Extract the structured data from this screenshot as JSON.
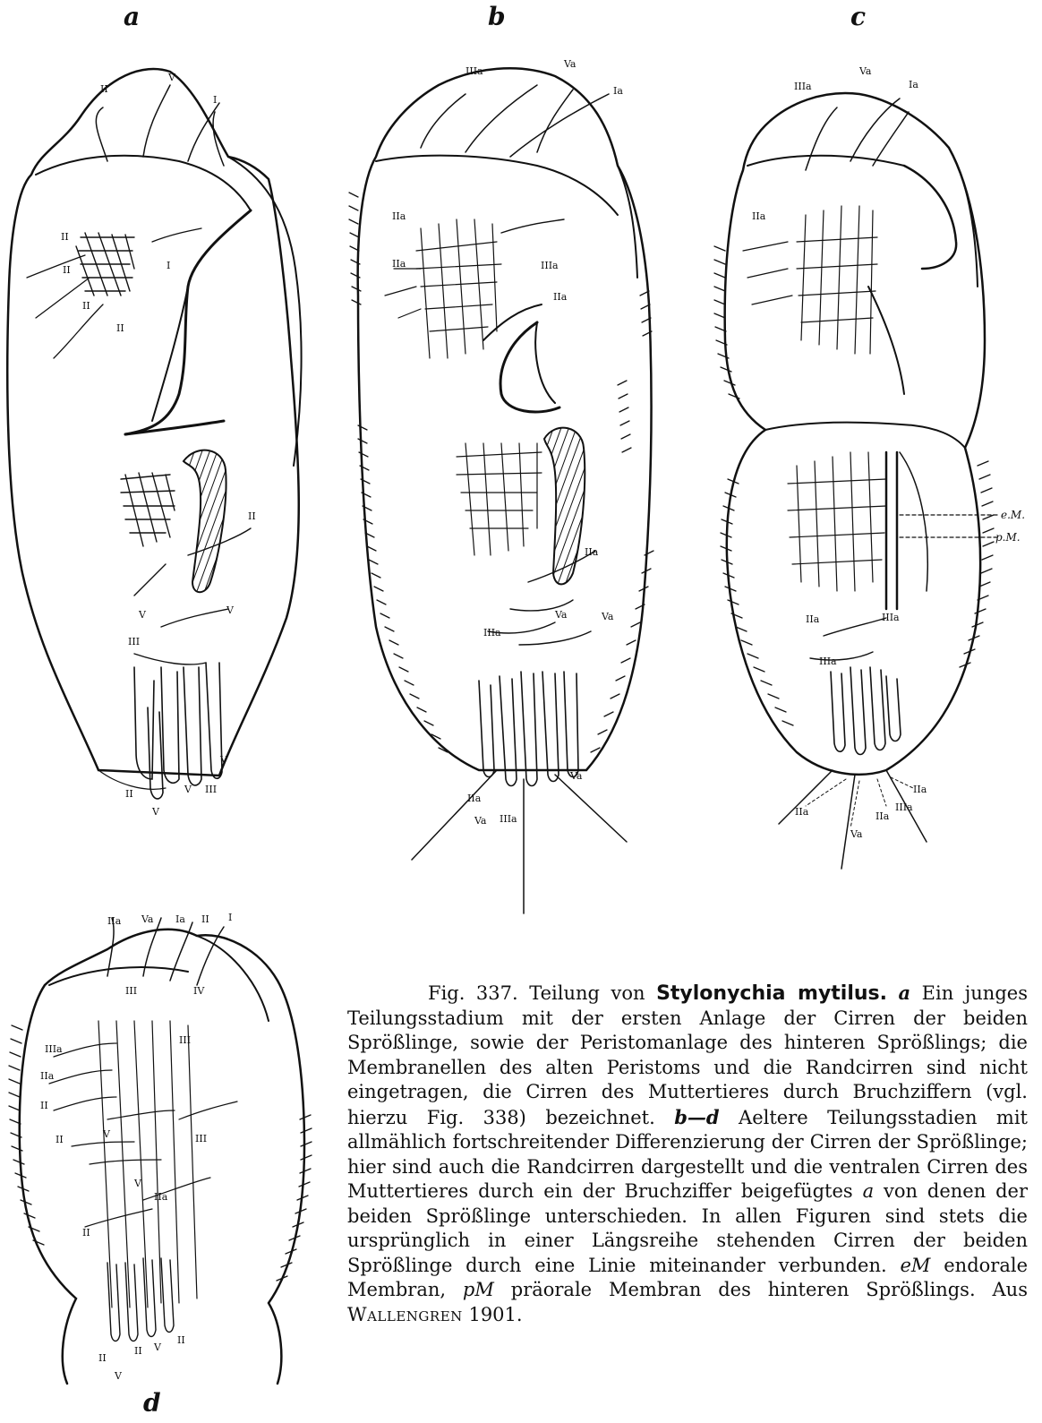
{
  "panels": {
    "a": "a",
    "b": "b",
    "c": "c",
    "d": "d"
  },
  "labels": {
    "eM": "e.M.",
    "pM": "p.M."
  },
  "caption": {
    "fig_number": "Fig. 337.",
    "title_prefix": "Teilung von",
    "species": "Stylonychia mytilus.",
    "a_letter": "a",
    "part1": "Ein junges Teilungsstadium mit der ersten Anlage der Cirren der beiden Sprößlinge, sowie der Peristomanlage des hinteren Sprößlings; die Membranellen des alten Peristoms und die Randcirren sind nicht eingetragen, die Cirren des Muttertieres durch Bruchziffern (vgl. hierzu Fig. 338) bezeichnet.",
    "bd_letters": "b—d",
    "part2": "Aeltere Teilungsstadien mit allmählich fortschreitender Differenzierung der Cirren der Sprößlinge; hier sind auch die Randcirren dargestellt und die ventralen Cirren des Muttertieres durch ein der Bruchziffer beigefügtes",
    "a_italic": "a",
    "part3": "von denen der beiden Sprößlinge unterschieden. In allen Figuren sind stets die ursprünglich in einer Längsreihe stehenden Cirren der beiden Sprößlinge durch eine Linie miteinander verbunden.",
    "eM_italic": "eM",
    "part4": "endorale Membran,",
    "pM_italic": "pM",
    "part5": "präorale Membran des hinteren Sprößlings. Aus",
    "author": "Wallengren",
    "year": "1901."
  }
}
